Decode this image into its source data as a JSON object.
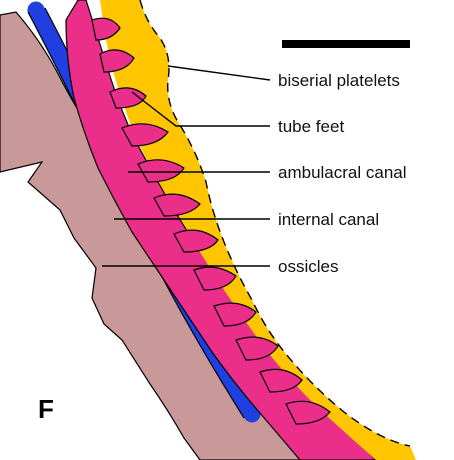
{
  "panel_letter": "F",
  "labels": {
    "biserial_platelets": "biserial platelets",
    "tube_feet": "tube feet",
    "ambulacral_canal": "ambulacral canal",
    "internal_canal": "internal canal",
    "ossicles": "ossicles"
  },
  "colors": {
    "ossicle_layer": "#C9999A",
    "internal_canal": "#1F3FE0",
    "ambulacral_canal": "#EA2E8A",
    "biserial_platelets": "#FFC600",
    "outline": "#000000"
  }
}
